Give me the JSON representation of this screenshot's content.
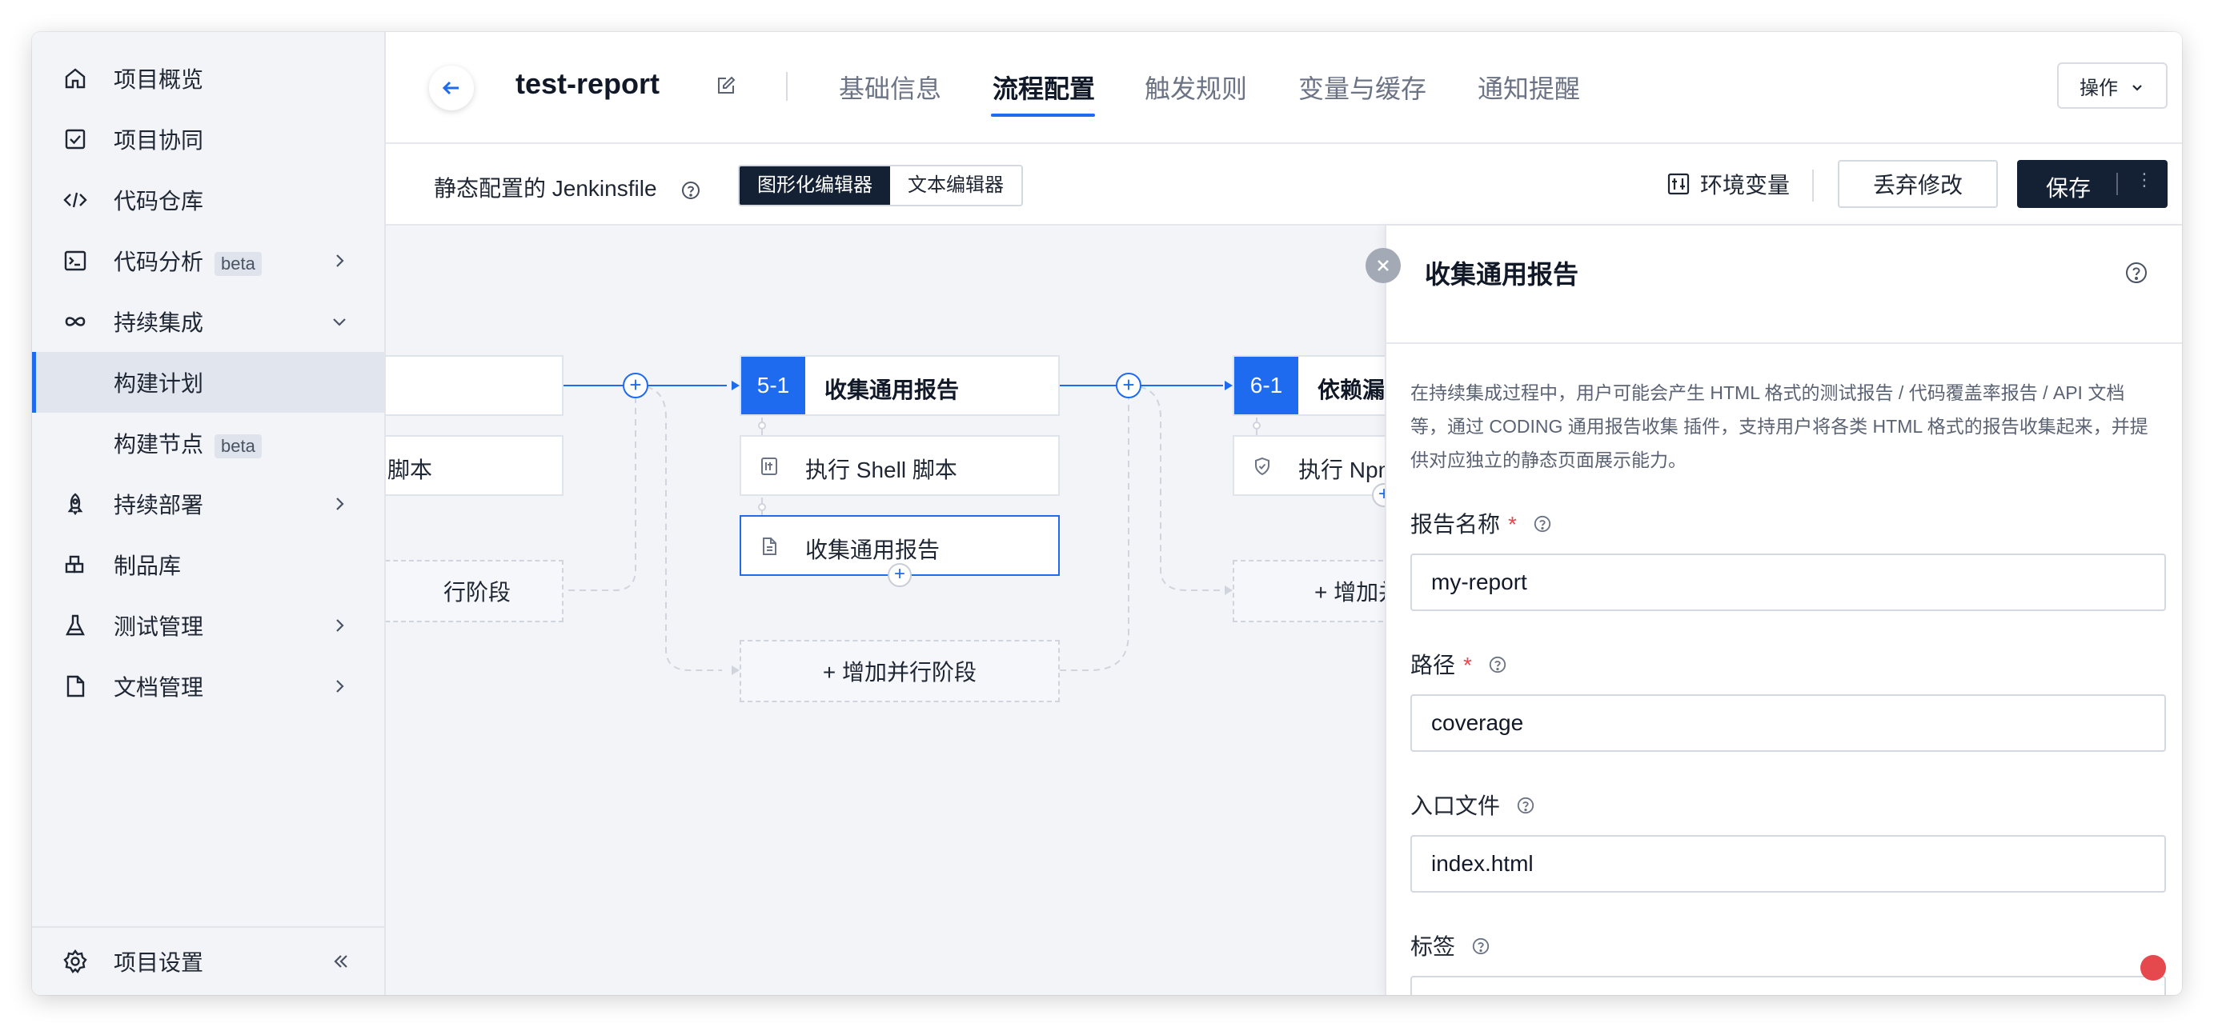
{
  "sidebar": {
    "items": [
      {
        "label": "项目概览"
      },
      {
        "label": "项目协同"
      },
      {
        "label": "代码仓库"
      },
      {
        "label": "代码分析",
        "badge": "beta"
      },
      {
        "label": "持续集成"
      },
      {
        "label": "构建计划"
      },
      {
        "label": "构建节点",
        "badge": "beta"
      },
      {
        "label": "持续部署"
      },
      {
        "label": "制品库"
      },
      {
        "label": "测试管理"
      },
      {
        "label": "文档管理"
      }
    ],
    "footer_label": "项目设置"
  },
  "header": {
    "title": "test-report",
    "tabs": [
      "基础信息",
      "流程配置",
      "触发规则",
      "变量与缓存",
      "通知提醒"
    ],
    "active_tab": "流程配置",
    "operate_label": "操作"
  },
  "toolbar": {
    "jenkinsfile_label": "静态配置的 Jenkinsfile",
    "editor_modes": [
      "图形化编辑器",
      "文本编辑器"
    ],
    "env_label": "环境变量",
    "discard_label": "丢弃修改",
    "save_label": "保存"
  },
  "canvas": {
    "left_step_text": "脚本",
    "left_addpar_text": "行阶段",
    "stage5": {
      "num": "5-1",
      "title": "收集通用报告",
      "steps": [
        "执行 Shell 脚本",
        "收集通用报告"
      ],
      "add_parallel": "+ 增加并行阶段"
    },
    "stage6": {
      "num": "6-1",
      "title": "依赖漏洞扫",
      "steps": [
        "执行 Npm 官"
      ],
      "add_parallel": "+ 增加并行"
    }
  },
  "panel": {
    "title": "收集通用报告",
    "description": "在持续集成过程中，用户可能会产生 HTML 格式的测试报告 / 代码覆盖率报告 / API 文档等，通过 CODING 通用报告收集 插件，支持用户将各类 HTML 格式的报告收集起来，并提供对应独立的静态页面展示能力。",
    "fields": [
      {
        "label": "报告名称",
        "required": true,
        "value": "my-report"
      },
      {
        "label": "路径",
        "required": true,
        "value": "coverage"
      },
      {
        "label": "入口文件",
        "required": false,
        "value": "index.html"
      },
      {
        "label": "标签",
        "required": false,
        "value": ""
      }
    ]
  },
  "colors": {
    "accent": "#1e6bf0",
    "dark_button": "#142033",
    "required": "#e5484d"
  }
}
